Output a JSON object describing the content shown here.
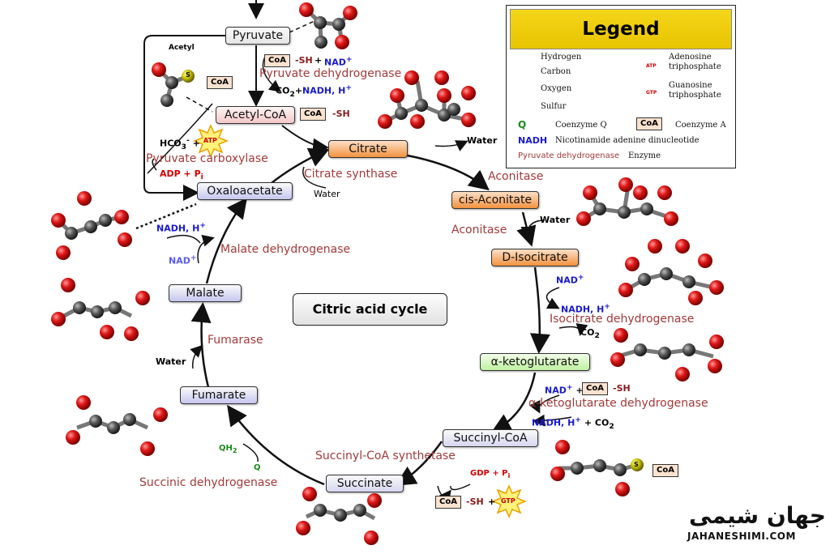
{
  "title": "Citric acid cycle",
  "legend": {
    "title": "Legend",
    "items": {
      "hydrogen": "Hydrogen",
      "carbon": "Carbon",
      "oxygen": "Oxygen",
      "sulfur": "Sulfur",
      "atp_name": "Adenosine triphosphate",
      "gtp_name": "Guanosine triphosphate",
      "q_symbol": "Q",
      "coenzyme_q": "Coenzyme Q",
      "coa_symbol": "CoA",
      "coenzyme_a": "Coenzyme A",
      "nadh_symbol": "NADH",
      "nadh_name": "Nicotinamide adenine dinucleotide",
      "enzyme_example": "Pyruvate dehydrogenase",
      "enzyme": "Enzyme"
    }
  },
  "metabolites": {
    "pyruvate": "Pyruvate",
    "acetyl_coa": "Acetyl-CoA",
    "citrate": "Citrate",
    "cis_aconitate": "cis-Aconitate",
    "d_isocitrate": "D-Isocitrate",
    "alpha_kg": "α-ketoglutarate",
    "succinyl_coa": "Succinyl-CoA",
    "succinate": "Succinate",
    "fumarate": "Fumarate",
    "malate": "Malate",
    "oxaloacetate": "Oxaloacetate"
  },
  "enzymes": {
    "pyruvate_dehydrogenase": "Pyruvate dehydrogenase",
    "pyruvate_carboxylase": "Pyruvate carboxylase",
    "citrate_synthase": "Citrate synthase",
    "aconitase_1": "Aconitase",
    "aconitase_2": "Aconitase",
    "isocitrate_dehydrogenase": "Isocitrate dehydrogenase",
    "akg_dehydrogenase": "α-ketoglutarate dehydrogenase",
    "succinyl_coa_synthetase": "Succinyl-CoA synthetase",
    "succinic_dehydrogenase": "Succinic dehydrogenase",
    "fumarase": "Fumarase",
    "malate_dehydrogenase": "Malate dehydrogenase"
  },
  "cofactors": {
    "acetyl": "Acetyl",
    "coa": "CoA",
    "sh": "-SH",
    "plus": "+",
    "nad_plus": "NAD",
    "sup_plus": "+",
    "co2": "CO",
    "sub_2": "2",
    "nadh_h": "NADH, H",
    "hco3": "HCO",
    "sub_3": "3",
    "sup_minus": "-",
    "atp": "ATP",
    "adp_pi": "ADP + P",
    "sub_i": "i",
    "water": "Water",
    "gdp_pi": "GDP + P",
    "gtp": "GTP",
    "qh2": "QH",
    "q": "Q",
    "s": "S"
  },
  "watermark": {
    "arabic": "جهان شیمی",
    "latin": "JAHANESHIMI.COM"
  }
}
